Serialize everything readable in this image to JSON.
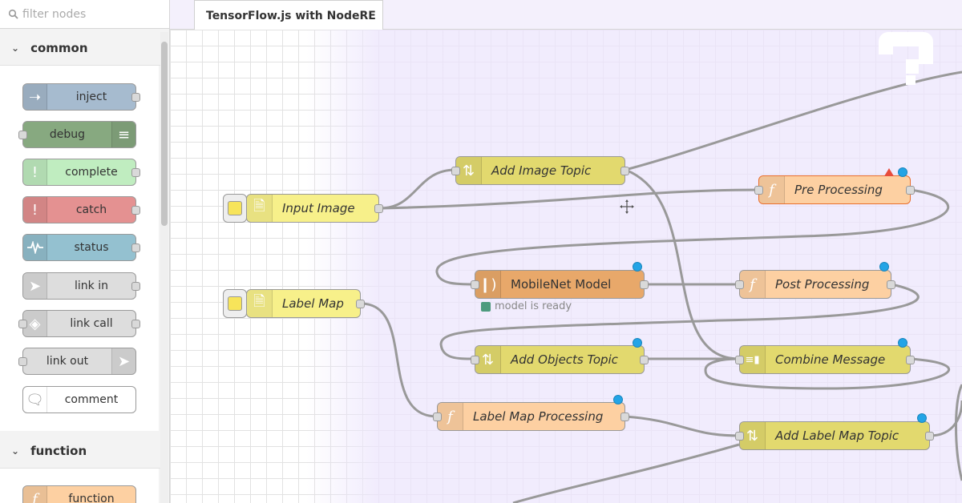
{
  "palette": {
    "filter_placeholder": "filter nodes",
    "categories": [
      {
        "label": "common",
        "nodes": [
          {
            "label": "inject",
            "color": "#a6bbcf"
          },
          {
            "label": "debug",
            "color": "#87a980"
          },
          {
            "label": "complete",
            "color": "#c0edc0"
          },
          {
            "label": "catch",
            "color": "#e49191"
          },
          {
            "label": "status",
            "color": "#94c1d0"
          },
          {
            "label": "link in",
            "color": "#dddddd"
          },
          {
            "label": "link call",
            "color": "#dddddd"
          },
          {
            "label": "link out",
            "color": "#dddddd"
          },
          {
            "label": "comment",
            "color": "#ffffff"
          }
        ]
      },
      {
        "label": "function",
        "nodes": [
          {
            "label": "function",
            "color": "#fdd0a2"
          }
        ]
      }
    ]
  },
  "workspace": {
    "tab_label": "TensorFlow.js with NodeRE",
    "nodes": {
      "input_image": {
        "label": "Input Image",
        "color": "#f7f08a"
      },
      "label_map": {
        "label": "Label Map",
        "color": "#f7f08a"
      },
      "add_image_topic": {
        "label": "Add Image Topic",
        "color": "#e2d96e"
      },
      "pre_processing": {
        "label": "Pre Processing",
        "color": "#fdd0a2"
      },
      "mobilenet_model": {
        "label": "MobileNet Model",
        "color": "#e8a86a"
      },
      "post_processing": {
        "label": "Post Processing",
        "color": "#fdd0a2"
      },
      "add_objects_topic": {
        "label": "Add Objects Topic",
        "color": "#e2d96e"
      },
      "combine_message": {
        "label": "Combine Message",
        "color": "#e2d96e"
      },
      "label_map_processing": {
        "label": "Label Map Processing",
        "color": "#fdd0a2"
      },
      "add_label_map_topic": {
        "label": "Add Label Map Topic",
        "color": "#e2d96e"
      }
    },
    "status_text": "model is ready",
    "status_color": "#4d9b7e",
    "changed_dot_color": "#23a4e6",
    "error_color": "#e74c3c",
    "wire_color": "#999999"
  }
}
